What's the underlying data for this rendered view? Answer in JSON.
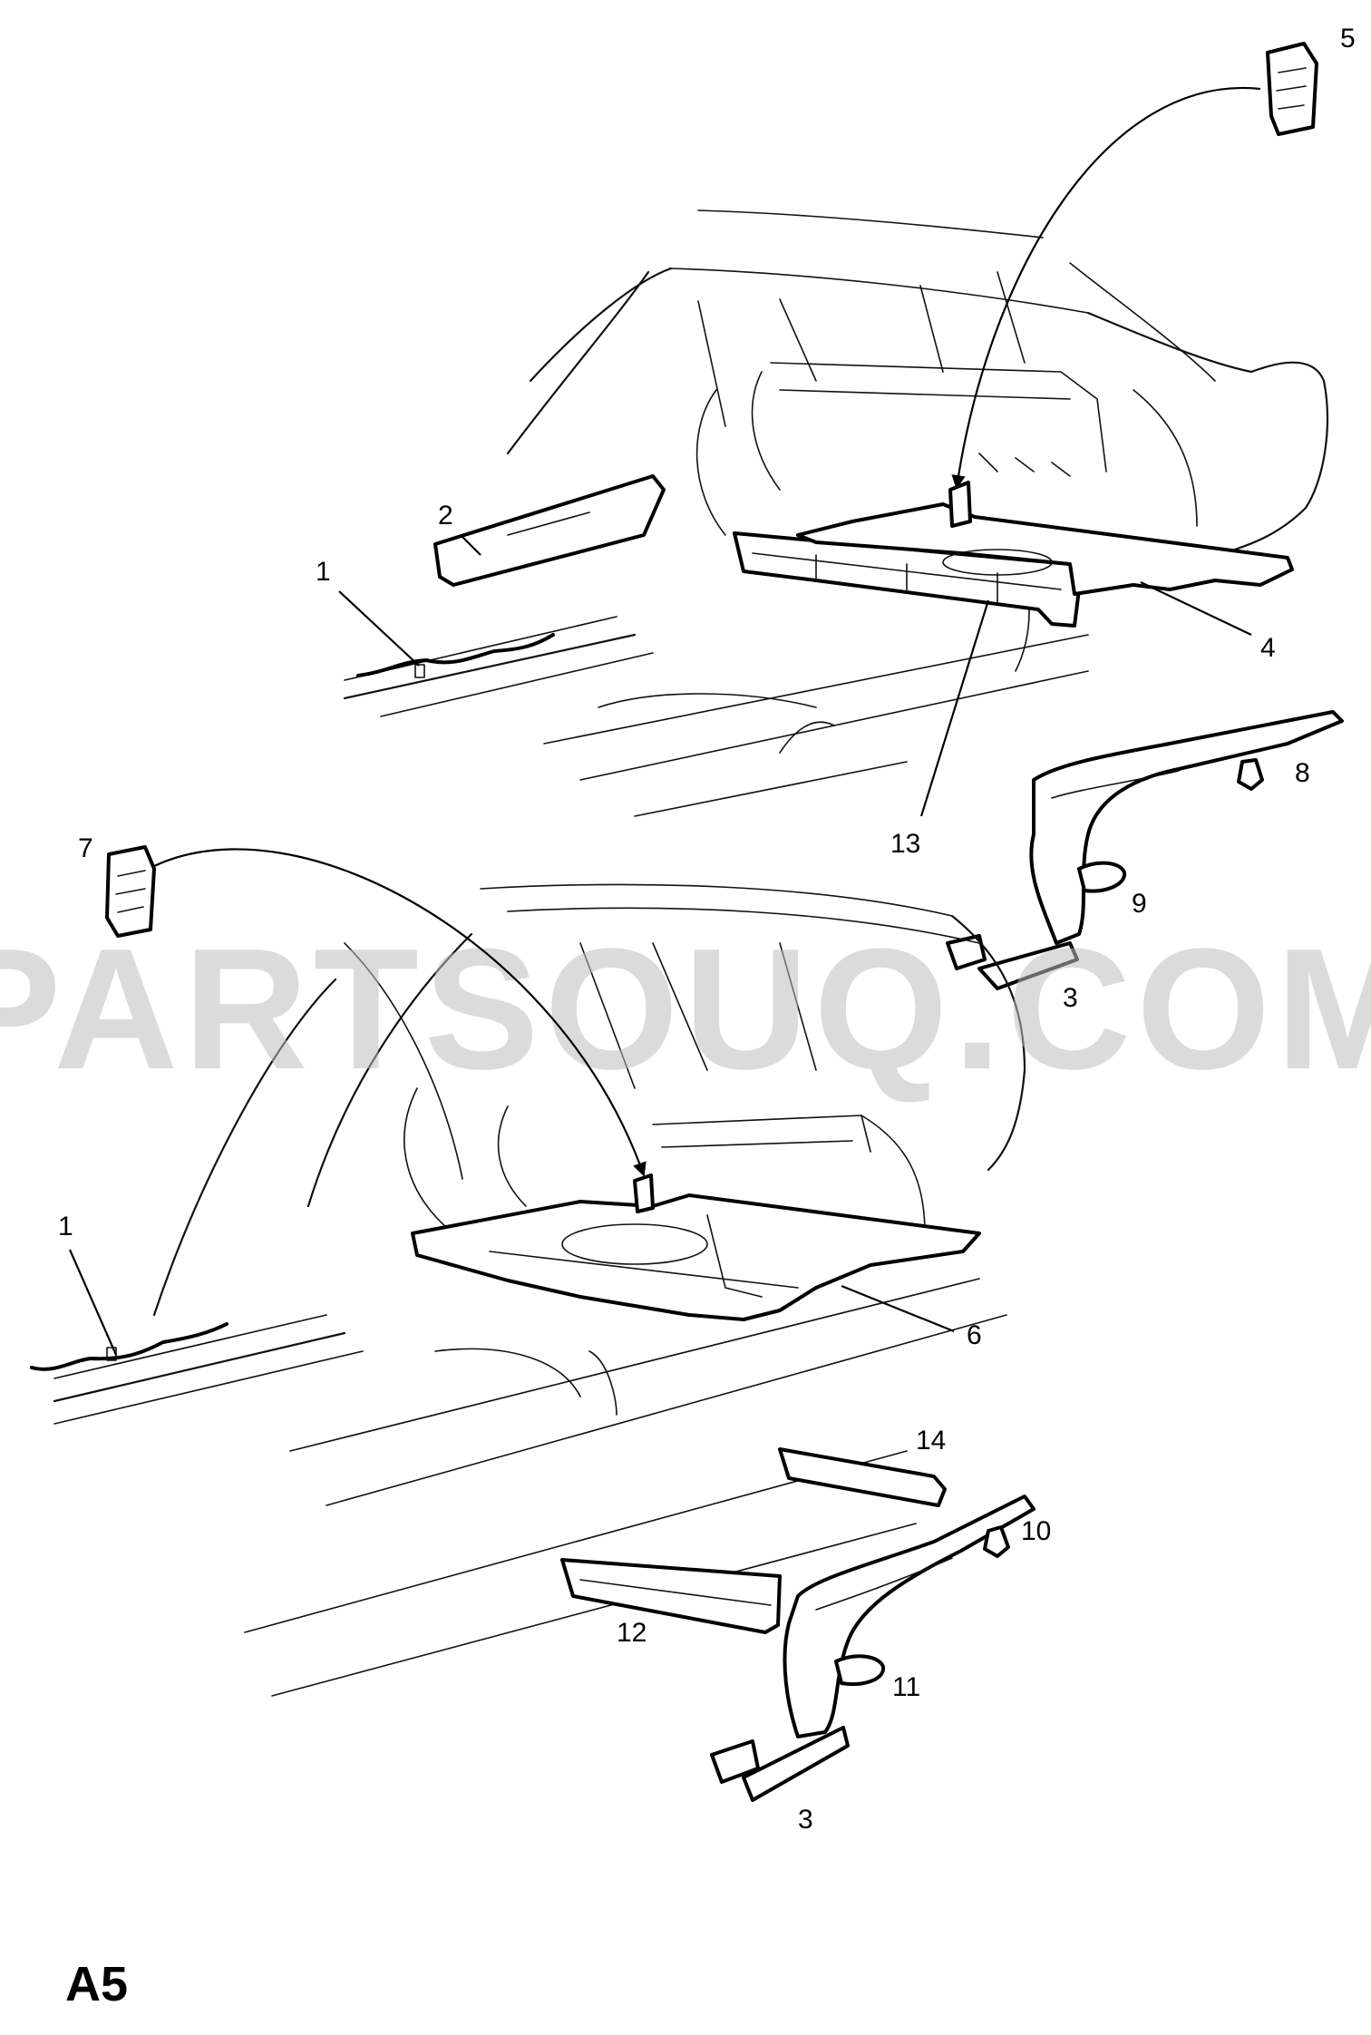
{
  "watermark": {
    "text": "PARTSOUQ.COM"
  },
  "page_code": "A5",
  "callouts": {
    "c1_top": "1",
    "c2": "2",
    "c3_top": "3",
    "c4": "4",
    "c5": "5",
    "c6": "6",
    "c7": "7",
    "c8": "8",
    "c9": "9",
    "c10": "10",
    "c11": "11",
    "c12": "12",
    "c13": "13",
    "c14": "14",
    "c1_bottom": "1",
    "c3_bottom": "3"
  }
}
